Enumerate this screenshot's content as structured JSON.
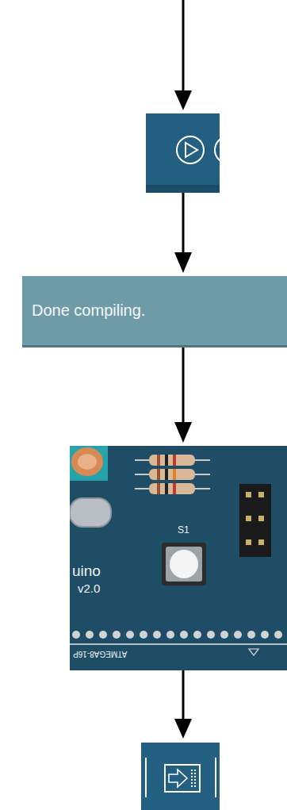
{
  "diagram": {
    "nodes": [
      {
        "text": [
          "Done compiling."
        ]
      }
    ],
    "labels": [
      "S1",
      "uino",
      "v2.0",
      "ATMEGA8-16P"
    ]
  }
}
